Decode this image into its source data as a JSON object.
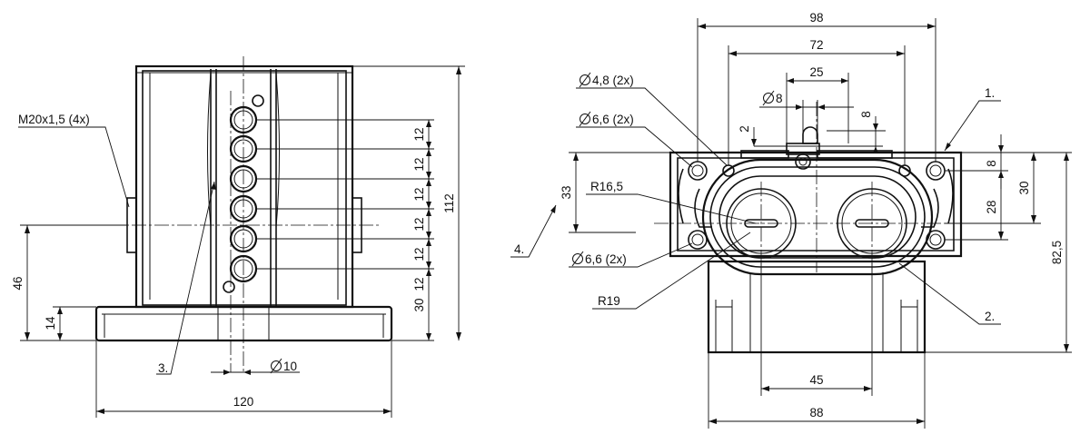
{
  "labels": {
    "thread": "M20x1,5 (4x)",
    "hole_small": "4,8 (2x)",
    "hole_medium_top": "6,6 (2x)",
    "hole_medium_bottom": "6,6 (2x)",
    "radius_inner": "R16,5",
    "radius_outer": "R19",
    "dia_8": "8",
    "dia_10": "10",
    "callout_1": "1.",
    "callout_2": "2.",
    "callout_3": "3.",
    "callout_4": "4."
  },
  "dimensions": {
    "width_98": "98",
    "width_72": "72",
    "width_25": "25",
    "width_45": "45",
    "width_88": "88",
    "width_120": "120",
    "height_112": "112",
    "height_82_5": "82,5",
    "height_46": "46",
    "height_14": "14",
    "pitch_12": [
      "12",
      "12",
      "12",
      "12",
      "12",
      "12"
    ],
    "height_30_left": "30",
    "height_33": "33",
    "height_28": "28",
    "height_30_right": "30",
    "height_8_right": "8",
    "height_8_top": "8",
    "height_2_top": "2"
  },
  "symbols": {
    "diameter_symbol": "diameter-icon"
  },
  "colors": {
    "line": "#111111",
    "paper": "#ffffff"
  }
}
